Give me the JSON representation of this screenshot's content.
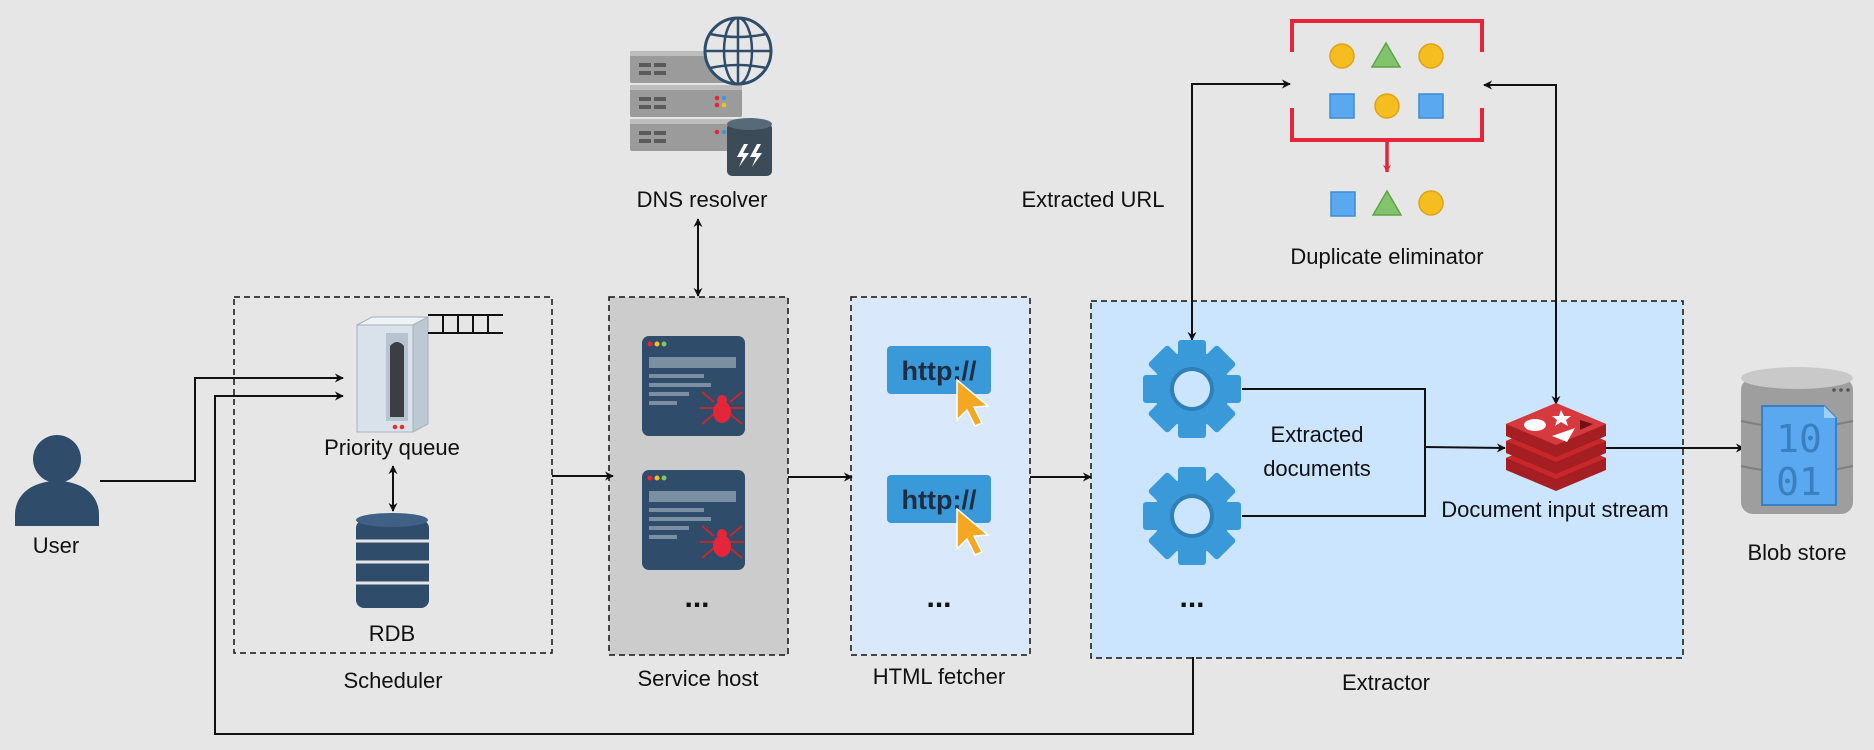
{
  "labels": {
    "user": "User",
    "priority_queue": "Priority queue",
    "rdb": "RDB",
    "scheduler": "Scheduler",
    "dns_resolver": "DNS resolver",
    "service_host": "Service host",
    "html_fetcher": "HTML fetcher",
    "extracted_url": "Extracted URL",
    "duplicate_eliminator": "Duplicate eliminator",
    "extracted_documents_line1": "Extracted",
    "extracted_documents_line2": "documents",
    "document_input_stream": "Document input stream",
    "extractor": "Extractor",
    "blob_store": "Blob store"
  },
  "ellipsis": {
    "service_host": "...",
    "html_fetcher": "...",
    "extractor": "..."
  },
  "icon_text": {
    "http_1": "http://",
    "http_2": "http://",
    "blob_bits_1": "10",
    "blob_bits_2": "01"
  },
  "colors": {
    "background": "#e6e6e6",
    "service_host_fill": "#cccccc",
    "fetcher_fill": "#dae8fc",
    "extractor_fill": "#cce5ff",
    "navy": "#2f4d6a",
    "gear_blue": "#3a9ad9",
    "dup_red": "#e5263a",
    "redis_red": "#c8282d",
    "shape_yellow": "#f5bd1f",
    "shape_green": "#82c46c",
    "shape_blue": "#5aa9f0"
  }
}
